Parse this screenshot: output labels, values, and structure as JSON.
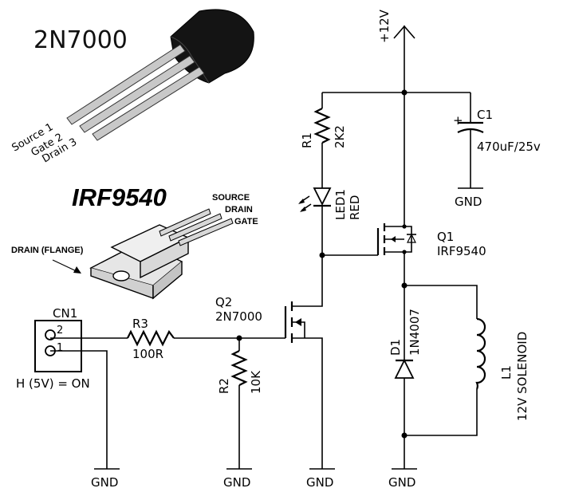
{
  "packages": {
    "n2n7000": {
      "title": "2N7000",
      "pins": [
        "Source 1",
        "Gate 2",
        "Drain 3"
      ]
    },
    "irf9540": {
      "title": "IRF9540",
      "pins": [
        "SOURCE",
        "DRAIN",
        "GATE"
      ],
      "flange": "DRAIN (FLANGE)"
    }
  },
  "supply": {
    "label": "+12V"
  },
  "components": {
    "R1": {
      "ref": "R1",
      "value": "2K2"
    },
    "LED1": {
      "ref": "LED1",
      "value": "RED"
    },
    "C1": {
      "ref": "C1",
      "value": "470uF/25v",
      "polarity": "+"
    },
    "Q1": {
      "ref": "Q1",
      "value": "IRF9540"
    },
    "Q2": {
      "ref": "Q2",
      "value": "2N7000"
    },
    "D1": {
      "ref": "D1",
      "value": "1N4007"
    },
    "L1": {
      "ref": "L1",
      "value": "12V SOLENOID"
    },
    "R3": {
      "ref": "R3",
      "value": "100R"
    },
    "R2": {
      "ref": "R2",
      "value": "10K"
    },
    "CN1": {
      "ref": "CN1",
      "pin2": "2",
      "pin1": "1",
      "note": "H (5V) = ON"
    }
  },
  "grounds": [
    "GND",
    "GND",
    "GND",
    "GND",
    "GND"
  ]
}
